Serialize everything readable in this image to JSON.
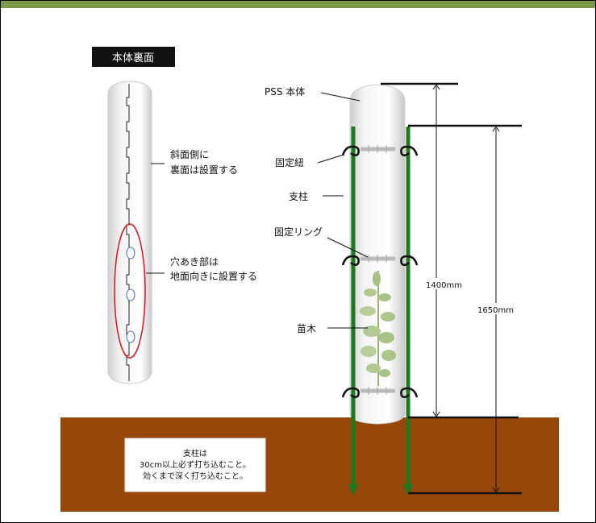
{
  "title_box": "本体裏面",
  "left_notes": {
    "slope_side": [
      "斜面側に",
      "裏面は設置する"
    ],
    "holes": [
      "穴あき部は",
      "地面向きに設置する"
    ]
  },
  "labels": {
    "pss_body": "PSS 本体",
    "fix_string": "固定紐",
    "post": "支柱",
    "fix_ring": "固定リング",
    "seedling": "苗木"
  },
  "dimensions": {
    "tube_height": "1400mm",
    "post_height": "1650mm"
  },
  "ground_note": [
    "支柱は",
    "30cm以上必ず打ち込むこと。",
    "効くまで深く打ち込むこと。"
  ],
  "colors": {
    "header": "#7a9a47",
    "soil": "#98470b",
    "post": "#1f7a1f",
    "highlight": "#e0141a"
  }
}
